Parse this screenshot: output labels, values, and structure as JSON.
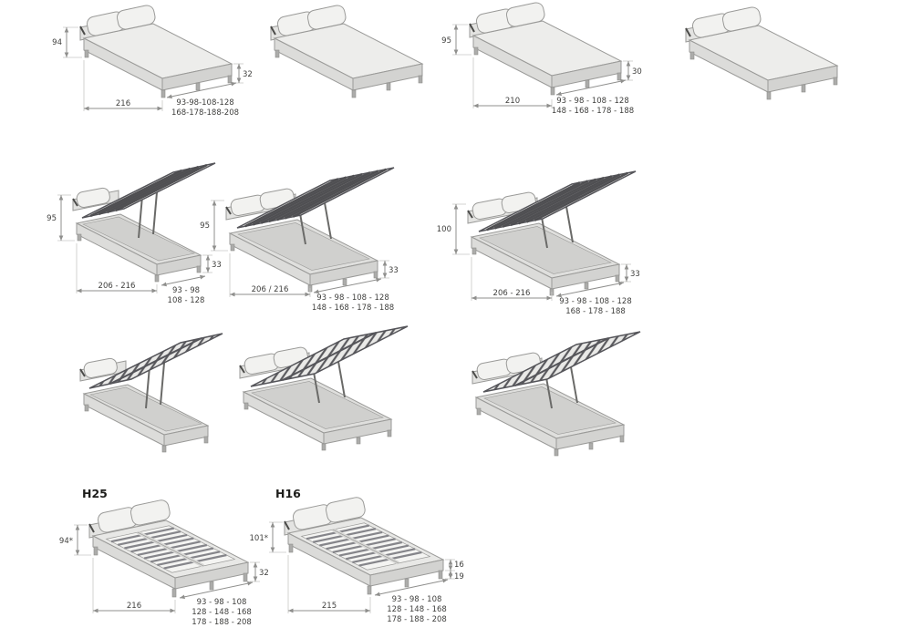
{
  "palette": {
    "outline": "#9a9a98",
    "dimension_line": "#8f8f8d",
    "text": "#3f3f3d",
    "fabric_light": "#ededeb",
    "fabric_mid": "#dcdcda",
    "fabric_dark": "#d3d3d1",
    "slat_dark": "#4f4f52"
  },
  "sections": {
    "row1": {
      "bed1": {
        "height": "94",
        "side_height": "32",
        "width": "216",
        "depth_line1": "93-98-108-128",
        "depth_line2": "168-178-188-208"
      },
      "bed3": {
        "height": "95",
        "side_height": "30",
        "width": "210",
        "depth_line1": "93 - 98 - 108 - 128",
        "depth_line2": "148 - 168 - 178 - 188"
      }
    },
    "row2": {
      "bed1": {
        "height": "95",
        "side_height": "33",
        "width": "206 - 216",
        "depth_line1": "93 - 98",
        "depth_line2": "108 - 128"
      },
      "bed2": {
        "height": "95",
        "side_height": "33",
        "width": "206 / 216",
        "depth_line1": "93 - 98 - 108 - 128",
        "depth_line2": "148 - 168 - 178 - 188"
      },
      "bed3": {
        "height": "100",
        "side_height": "33",
        "width": "206 - 216",
        "depth_line1": "93 - 98 - 108 - 128",
        "depth_line2": "168 - 178 - 188"
      }
    },
    "row4": {
      "h25": {
        "label": "H25",
        "height": "94*",
        "side_height": "32",
        "width": "216",
        "depth_line1": "93 - 98 - 108",
        "depth_line2": "128 - 148 - 168",
        "depth_line3": "178 - 188 - 208"
      },
      "h16": {
        "label": "H16",
        "height": "101*",
        "slat_height": "16",
        "leg_height": "19",
        "width": "215",
        "depth_line1": "93 - 98 - 108",
        "depth_line2": "128 - 148 - 168",
        "depth_line3": "178 - 188 - 208"
      }
    }
  }
}
